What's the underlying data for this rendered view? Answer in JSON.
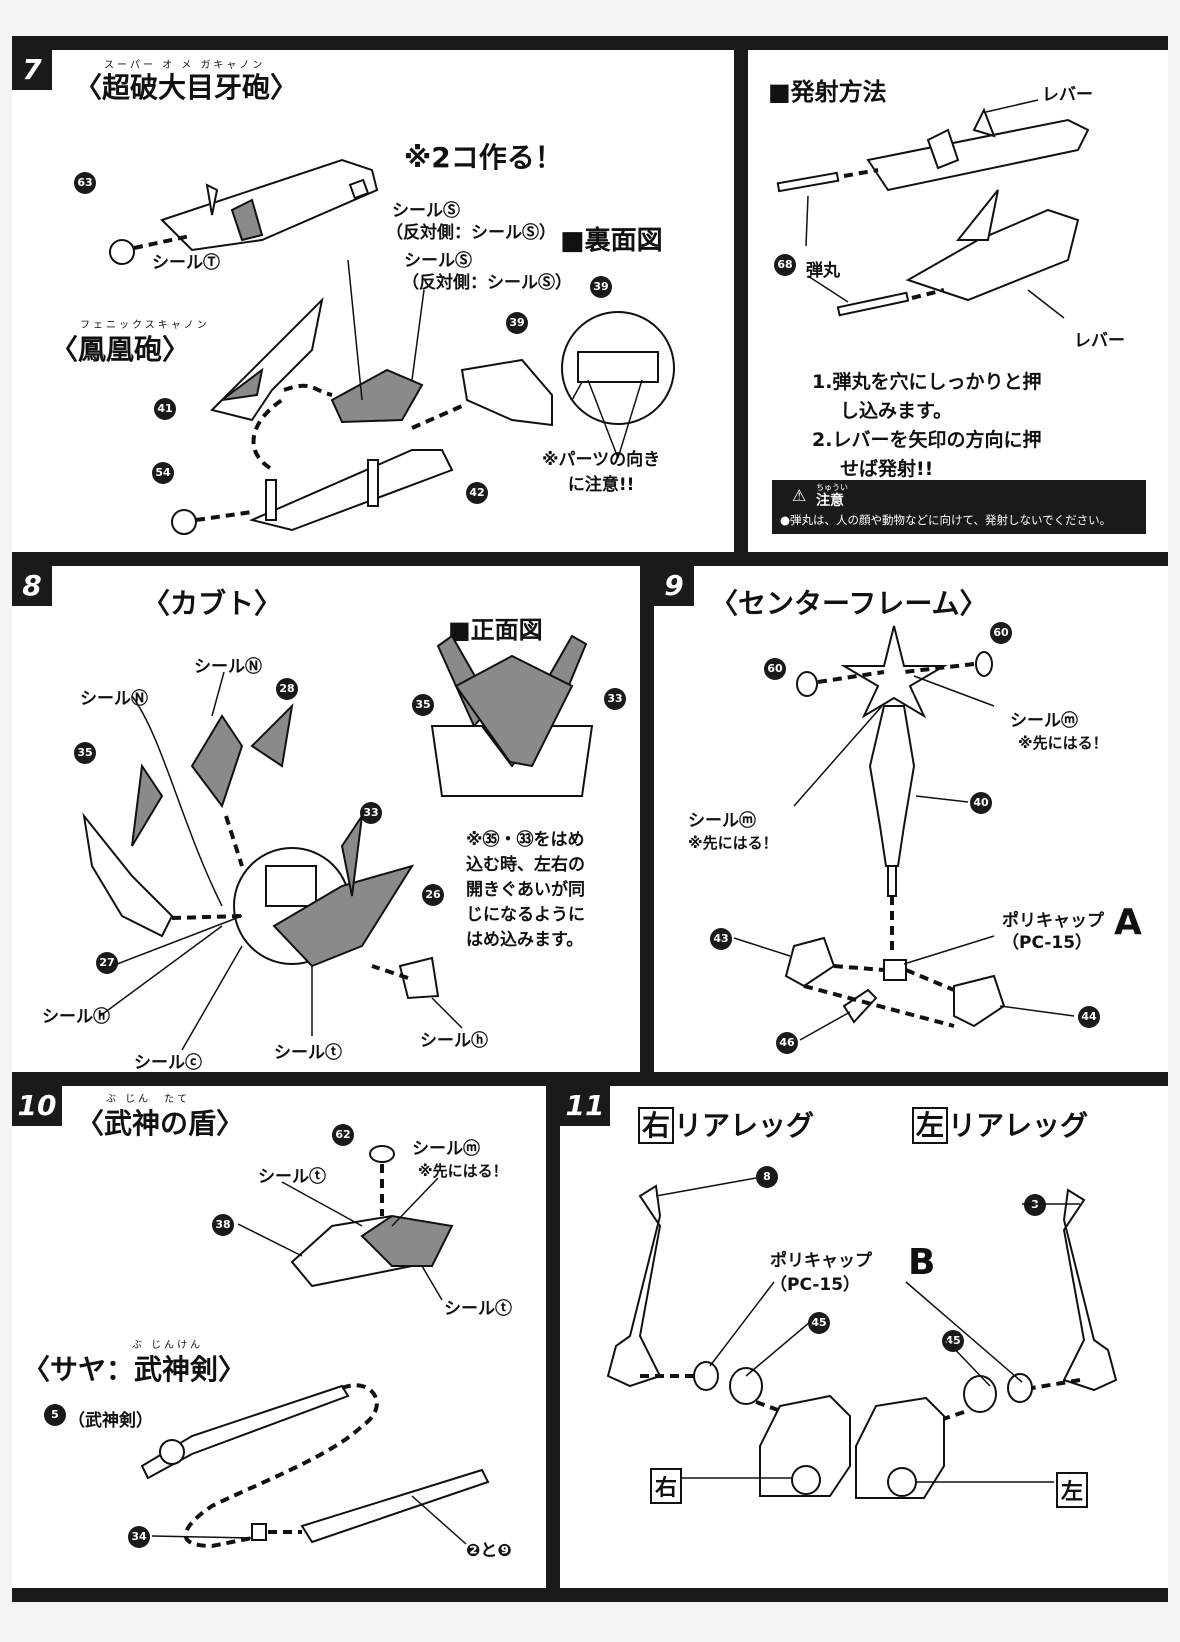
{
  "step7": {
    "number": "7",
    "title_ruby": "スーパー オ メ ガキャノン",
    "title": "〈超破大目牙砲〉",
    "make_two": "※2コ作る！",
    "sticker_tsu": "シールⓉ",
    "sticker_su": "シールⓈ",
    "sticker_su_opp": "（反対側：シールⓈ）",
    "sticker_so": "シールⓈ",
    "sticker_so_opp": "（反対側：シールⓈ）",
    "back_view": "■裏面図",
    "sub_title_ruby": "フェニックスキャノン",
    "sub_title": "〈鳳凰砲〉",
    "caution_note_1": "※パーツの向き",
    "caution_note_2": "に注意!!",
    "p63": "63",
    "p41": "41",
    "p54": "54",
    "p42": "42",
    "p39": "39"
  },
  "firing": {
    "title": "■発射方法",
    "lever": "レバー",
    "bullet": "弾丸",
    "p68": "68",
    "step1a": "1.弾丸を穴にしっかりと押",
    "step1b": "し込みます。",
    "step2a": "2.レバーを矢印の方向に押",
    "step2b": "せば発射!!",
    "caution_ruby": "ちゅうい",
    "caution_heading": "注意",
    "caution_text": "●弾丸は、人の顔や動物などに向けて、発射しないでください。"
  },
  "step8": {
    "number": "8",
    "title": "〈カブト〉",
    "front_view": "■正面図",
    "sticker_na": "シールⓃ",
    "sticker_ni": "シールⓃ",
    "sticker_he": "シールⓗ",
    "sticker_chi": "シールⓒ",
    "sticker_ta": "シールⓣ",
    "sticker_ho": "シールⓗ",
    "note1": "※㉟・㉝をはめ",
    "note2": "込む時、左右の",
    "note3": "開きぐあいが同",
    "note4": "じになるように",
    "note5": "はめ込みます。",
    "p28": "28",
    "p35": "35",
    "p33": "33",
    "p26": "26",
    "p27": "27"
  },
  "step9": {
    "number": "9",
    "title": "〈センターフレーム〉",
    "sticker_me": "シールⓜ",
    "sticker_mu": "シールⓜ",
    "first_apply": "※先にはる！",
    "polycap": "ポリキャップ",
    "polycap_code": "（PC-15）",
    "polycap_letter": "A",
    "p60": "60",
    "p40": "40",
    "p43": "43",
    "p44": "44",
    "p46": "46"
  },
  "step10": {
    "number": "10",
    "title_ruby": "ぶ じん　たて",
    "title": "〈武神の盾〉",
    "sticker_ma": "シールⓜ",
    "first_apply": "※先にはる！",
    "sticker_te": "シールⓣ",
    "sticker_to": "シールⓣ",
    "sheath_ruby": "ぶ じんけん",
    "sheath_title": "〈サヤ：武神剣〉",
    "sword_label": "（武神剣）",
    "parts_2_9": "❷と❾",
    "p62": "62",
    "p38": "38",
    "p5": "5",
    "p34": "34"
  },
  "step11": {
    "number": "11",
    "right_box": "右",
    "left_box": "左",
    "rear_leg": "リアレッグ",
    "polycap": "ポリキャップ",
    "polycap_code": "（PC-15）",
    "polycap_letter": "B",
    "p8": "8",
    "p3": "3",
    "p45": "45"
  }
}
